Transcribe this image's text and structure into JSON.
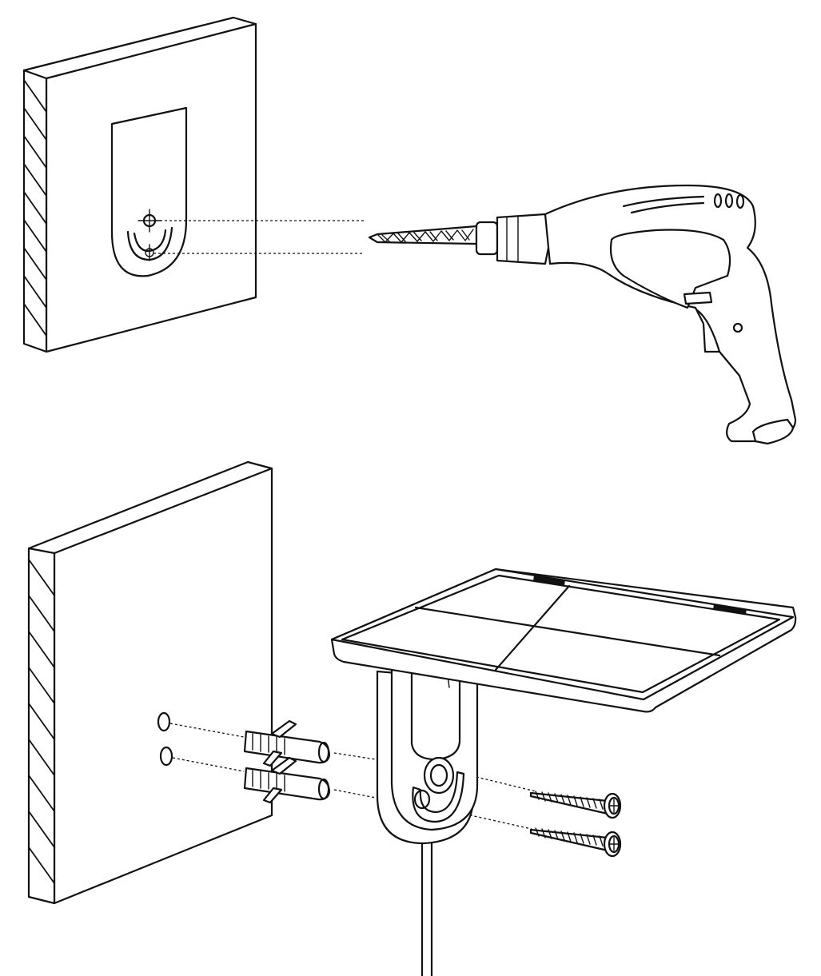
{
  "figure": {
    "steps": [
      {
        "id": "drill-step",
        "parts": [
          "wall",
          "mounting-template",
          "drill",
          "drill-bit"
        ]
      },
      {
        "id": "mount-step",
        "parts": [
          "wall",
          "wall-anchor",
          "wall-anchor",
          "mount-bracket",
          "power-cable",
          "screw",
          "screw"
        ]
      }
    ],
    "colors": {
      "line": "#111111",
      "background": "#ffffff"
    }
  }
}
